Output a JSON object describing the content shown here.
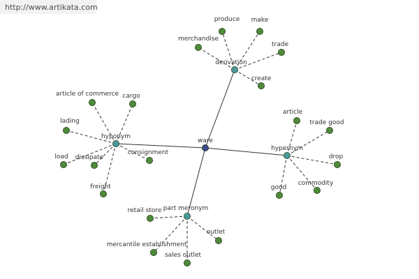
{
  "watermark": {
    "url": "http://www.artikata.com"
  },
  "colors": {
    "center": "#3d4a8c",
    "relation": "#4a9a9a",
    "leaf": "#4e8a3a",
    "edge": "#333333",
    "label": "#333333"
  },
  "graph": {
    "center": {
      "label": "ware"
    },
    "relations": [
      {
        "label": "derivation",
        "terms": [
          "produce",
          "make",
          "merchandise",
          "trade",
          "create"
        ]
      },
      {
        "label": "hyponym",
        "terms": [
          "article of commerce",
          "cargo",
          "lading",
          "load",
          "dissipate",
          "consignment",
          "freight"
        ]
      },
      {
        "label": "hypernym",
        "terms": [
          "article",
          "trade good",
          "drop",
          "commodity",
          "good"
        ]
      },
      {
        "label": "part meronym",
        "terms": [
          "retail store",
          "outlet",
          "mercantile establishment",
          "sales outlet"
        ]
      }
    ]
  }
}
